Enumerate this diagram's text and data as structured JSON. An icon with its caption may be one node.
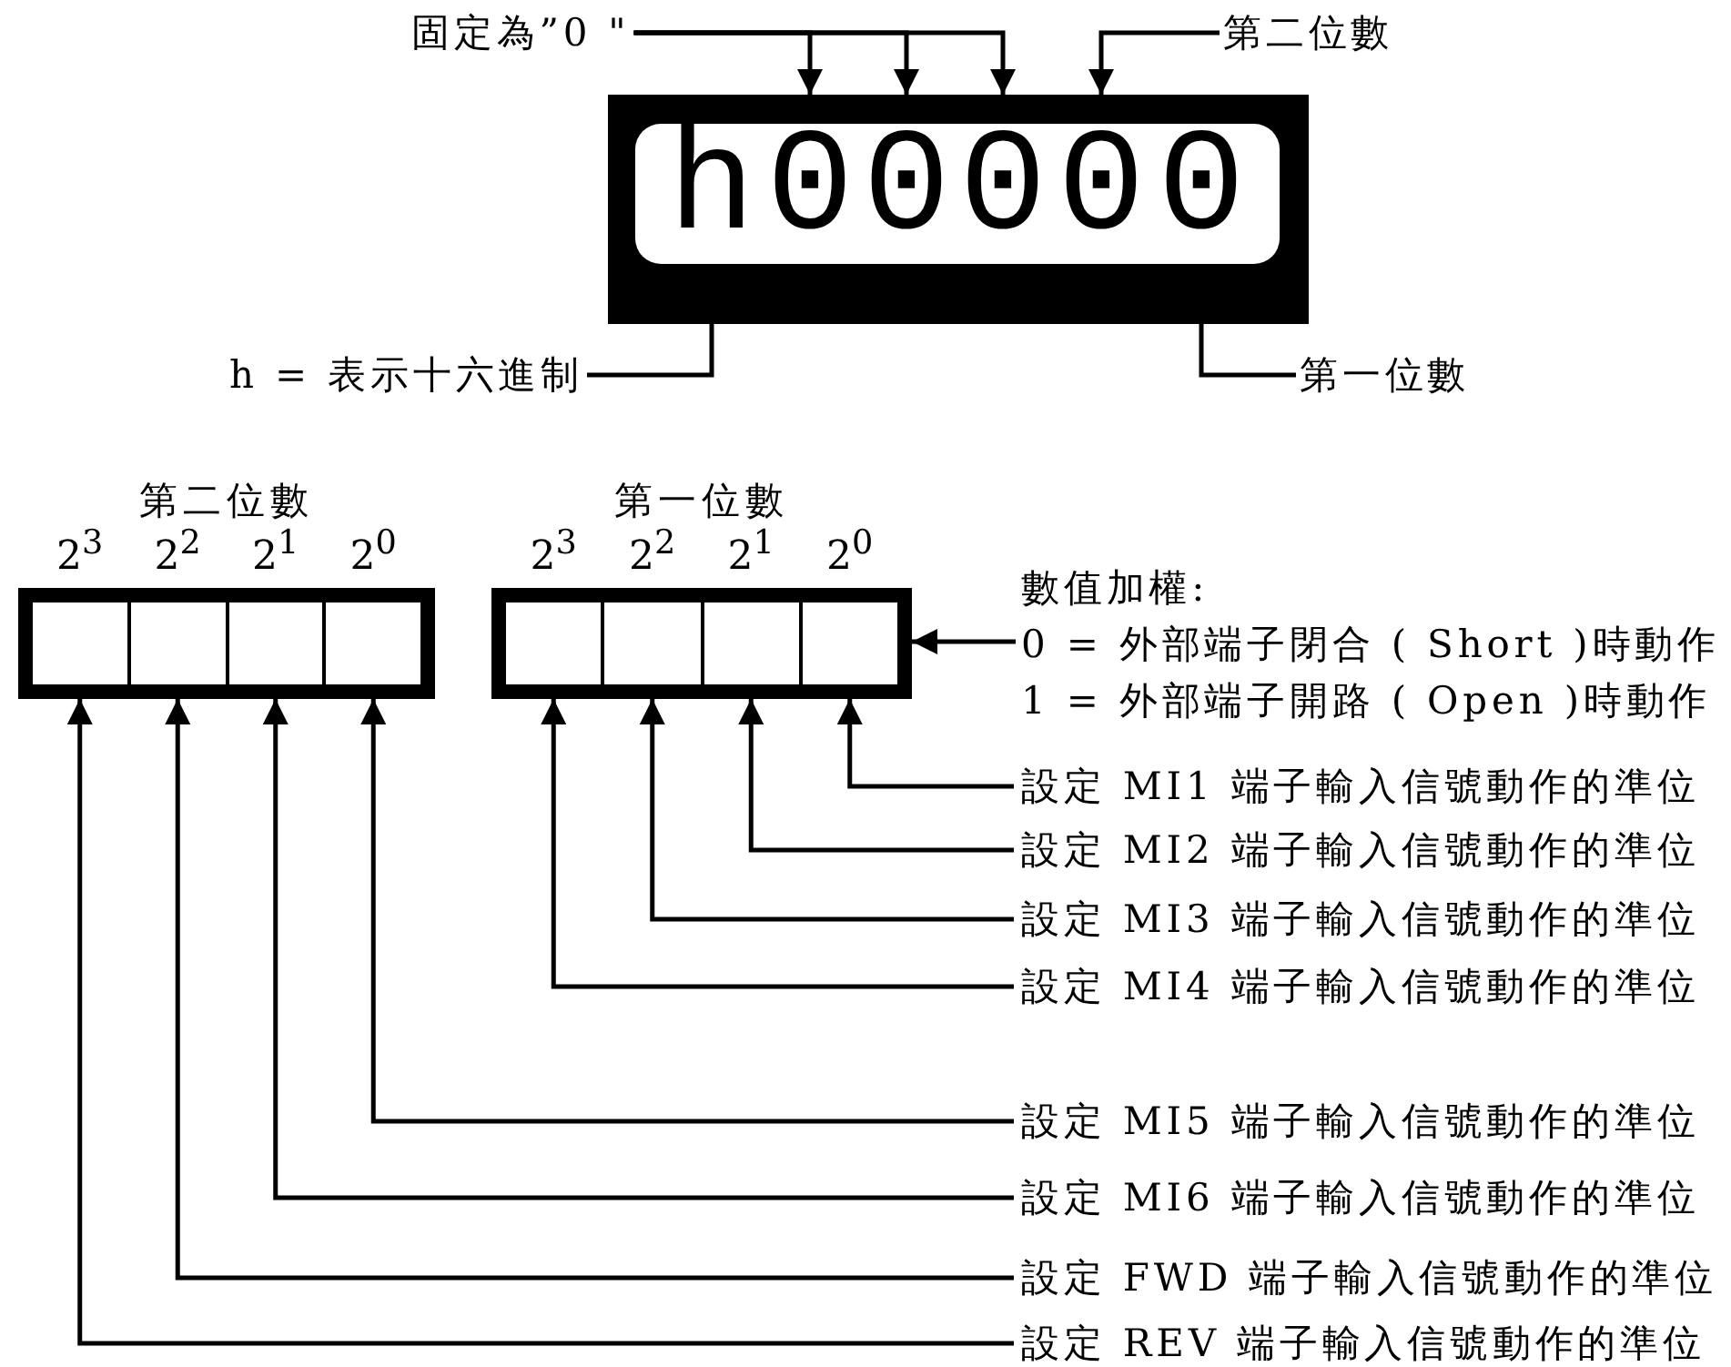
{
  "diagram": {
    "nodes": [
      {
        "text": [],
        "shape": "box"
      },
      {
        "text": [
          "h"
        ],
        "in": 0
      },
      {
        "text": [
          "0"
        ],
        "in": 0
      },
      {
        "text": [
          "0"
        ],
        "in": 0
      },
      {
        "text": [
          "0"
        ],
        "in": 0
      },
      {
        "text": [
          "0"
        ],
        "in": 0
      },
      {
        "text": [
          "0"
        ],
        "in": 0
      },
      {
        "text": [
          "固定為”0 \""
        ]
      },
      {
        "text": [
          "第二位數"
        ]
      },
      {
        "text": [
          "h = 表示十六進制"
        ]
      },
      {
        "text": [
          "第一位數"
        ]
      },
      {
        "text": [
          "第二位數"
        ]
      },
      {
        "text": [],
        "shape": "box",
        "in": 11
      },
      {
        "text": [],
        "shape": "box",
        "in": 11
      },
      {
        "text": [],
        "shape": "box",
        "in": 11
      },
      {
        "text": [],
        "shape": "box",
        "in": 11
      },
      {
        "text": [
          "第一位數"
        ]
      },
      {
        "text": [],
        "shape": "box",
        "in": 16
      },
      {
        "text": [],
        "shape": "box",
        "in": 16
      },
      {
        "text": [],
        "shape": "box",
        "in": 16
      },
      {
        "text": [],
        "shape": "box",
        "in": 16
      },
      {
        "text": [
          "數值加權:",
          "0 = 外部端子閉合 ( Short )時動作",
          "1 = 外部端子開路 ( Open )時動作"
        ]
      },
      {
        "text": [
          "設定 MI1 端子輸入信號動作的準位"
        ]
      },
      {
        "text": [
          "設定 MI2 端子輸入信號動作的準位"
        ]
      },
      {
        "text": [
          "設定 MI3 端子輸入信號動作的準位"
        ]
      },
      {
        "text": [
          "設定 MI4 端子輸入信號動作的準位"
        ]
      },
      {
        "text": [
          "設定 MI5 端子輸入信號動作的準位"
        ]
      },
      {
        "text": [
          "設定 MI6 端子輸入信號動作的準位"
        ]
      },
      {
        "text": [
          "設定 FWD 端子輸入信號動作的準位"
        ]
      },
      {
        "text": [
          "設定 REV 端子輸入信號動作的準位"
        ]
      }
    ],
    "edges": [
      {
        "from": 7,
        "to": 2,
        "arrow": "to"
      },
      {
        "from": 7,
        "to": 3,
        "arrow": "to"
      },
      {
        "from": 7,
        "to": 4,
        "arrow": "to"
      },
      {
        "from": 8,
        "to": 5,
        "arrow": "to"
      },
      {
        "from": 9,
        "to": 1,
        "arrow": "to"
      },
      {
        "from": 10,
        "to": 6,
        "arrow": "to"
      },
      {
        "from": 21,
        "to": 16,
        "arrow": "to"
      },
      {
        "from": 22,
        "to": 20,
        "arrow": "to"
      },
      {
        "from": 23,
        "to": 19,
        "arrow": "to"
      },
      {
        "from": 24,
        "to": 18,
        "arrow": "to"
      },
      {
        "from": 25,
        "to": 17,
        "arrow": "to"
      },
      {
        "from": 26,
        "to": 15,
        "arrow": "to"
      },
      {
        "from": 27,
        "to": 14,
        "arrow": "to"
      },
      {
        "from": 28,
        "to": 13,
        "arrow": "to"
      },
      {
        "from": 29,
        "to": 12,
        "arrow": "to"
      }
    ],
    "labels": [
      "2$^{3}$",
      "2$^{2}$",
      "2$^{1}$",
      "2$^{0}$",
      "2$^{3}$",
      "2$^{2}$",
      "2$^{1}$",
      "2$^{0}$"
    ]
  }
}
